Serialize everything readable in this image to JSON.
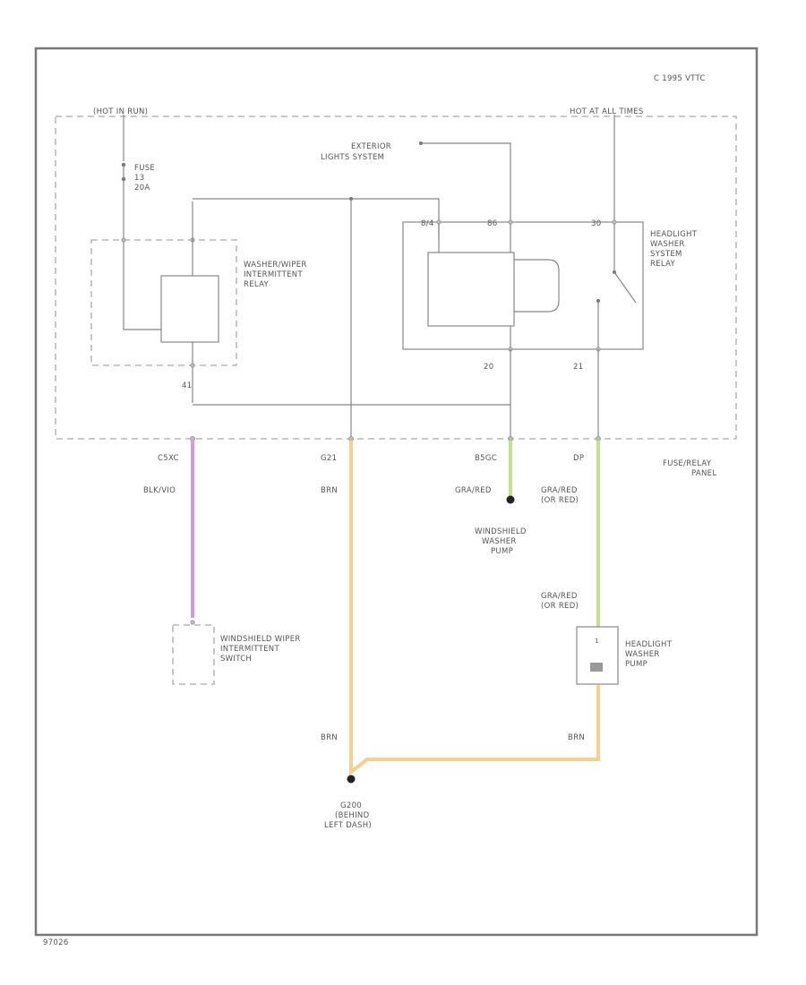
{
  "copyright": "C 1995 VTTC",
  "figure_id": "97026",
  "labels": {
    "hot_left": "(HOT IN RUN)",
    "hot_right": "HOT AT ALL TIMES",
    "fuse": [
      "FUSE",
      "13",
      "20A"
    ],
    "exterior": [
      "EXTERIOR",
      "LIGHTS SYSTEM"
    ],
    "left_relay": [
      "WASHER/WIPER",
      "INTERMITTENT",
      "RELAY"
    ],
    "right_relay": [
      "HEADLIGHT",
      "WASHER",
      "SYSTEM",
      "RELAY"
    ],
    "panel": [
      "FUSE/RELAY",
      "PANEL"
    ],
    "wiper_switch": [
      "WINDSHIELD WIPER",
      "INTERMITTENT",
      "SWITCH"
    ],
    "windshield_pump": [
      "WINDSHIELD",
      "WASHER",
      "PUMP"
    ],
    "headlight_pump": [
      "HEADLIGHT",
      "WASHER",
      "PUMP"
    ],
    "ground": [
      "G200",
      "(BEHIND",
      "LEFT DASH)"
    ]
  },
  "pins": {
    "p41": "41",
    "p20": "20",
    "p21": "21",
    "c1": "C5XC",
    "c2": "G21",
    "c3": "B5GC",
    "c4": "DP",
    "top1": "8/4",
    "top2": "86",
    "top3": "30"
  },
  "wires": {
    "blk_vio": "BLK/VIO",
    "brn": "BRN",
    "gra_red": "GRA/RED",
    "gra_red_or": "GRA/RED",
    "or_red": "(OR RED)"
  },
  "colors": {
    "violet": "#d59be0",
    "brown": "#f2d290",
    "green": "#c6e08a"
  }
}
